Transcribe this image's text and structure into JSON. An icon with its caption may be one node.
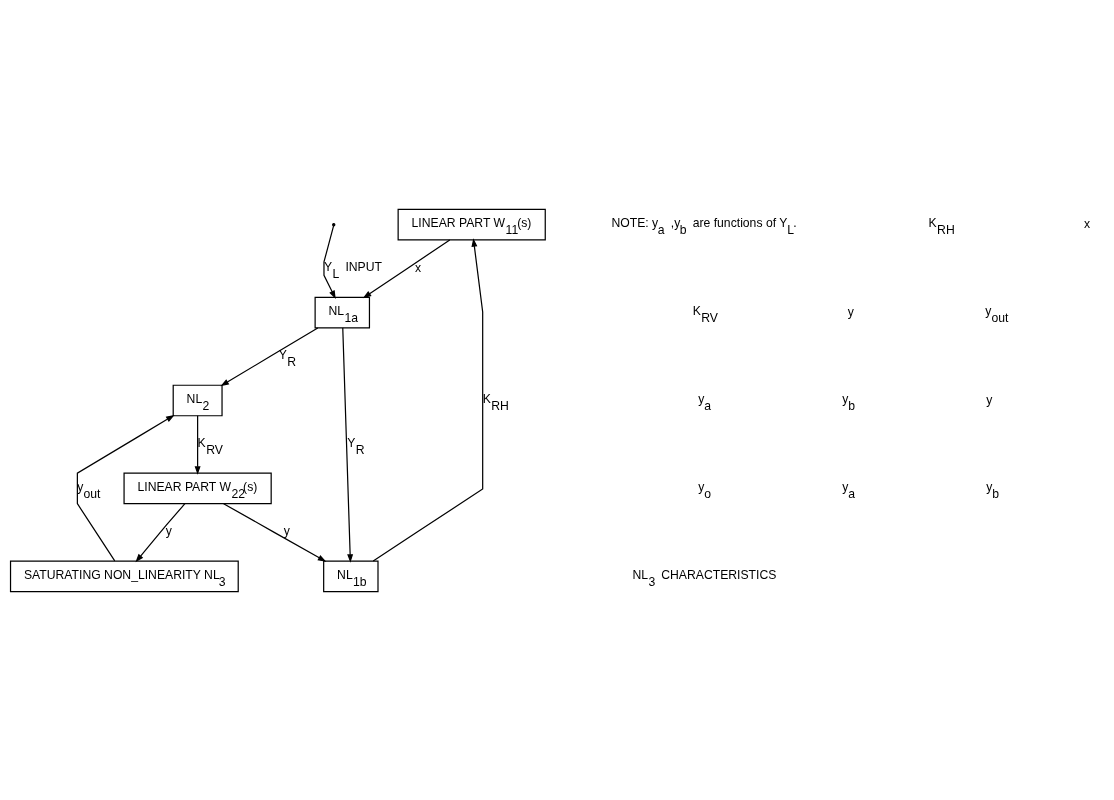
{
  "diagram": {
    "nodes": [
      {
        "text": [
          "LINEAR PART W$_{11}$(s)"
        ]
      },
      {
        "text": [
          "LINEAR PART W$_{22}$(s)"
        ]
      },
      {
        "text": [
          "SATURATING NON_LINEARITY NL$_{3}$"
        ]
      },
      {
        "text": [
          "NL$_{2}$"
        ]
      },
      {
        "text": [
          "NL$_{1b}$"
        ]
      },
      {
        "text": [
          "NL$_{1a}$"
        ]
      }
    ],
    "edges": [
      {
        "from": 4,
        "to": 0,
        "arrow": "to",
        "label": "K$_{RH}$"
      },
      {
        "from": 0,
        "to": 5,
        "arrow": "to",
        "label": "x"
      },
      {
        "from": 3,
        "to": 1,
        "arrow": "to",
        "label": "K$_{RV}$"
      },
      {
        "from": 1,
        "to": 2,
        "arrow": "to",
        "label": "y"
      },
      {
        "from": 1,
        "to": 4,
        "arrow": "to",
        "label": "y"
      },
      {
        "from": 2,
        "to": 3,
        "arrow": "to",
        "label": "y$_{out}$"
      },
      {
        "from": 5,
        "to": 3,
        "arrow": "to",
        "label": "Y$_{R}$"
      },
      {
        "from": 5,
        "to": 4,
        "arrow": "to",
        "label": "Y$_{R}$"
      },
      {
        "from": null,
        "to": 5,
        "arrow": "to",
        "label": "Y$_{L}$ INPUT"
      }
    ],
    "labels": [
      "NOTE: y$_{a}$ ,y$_{b}$ are functions of Y$_{L}$.",
      "K$_{RH}$",
      "x",
      "K$_{RV}$",
      "y",
      "y$_{out}$",
      "y$_{a}$",
      "y$_{b}$",
      "y",
      "y$_{o}$",
      "y$_{a}$",
      "y$_{b}$",
      "NL$_{3}$ CHARACTERISTICS"
    ]
  }
}
